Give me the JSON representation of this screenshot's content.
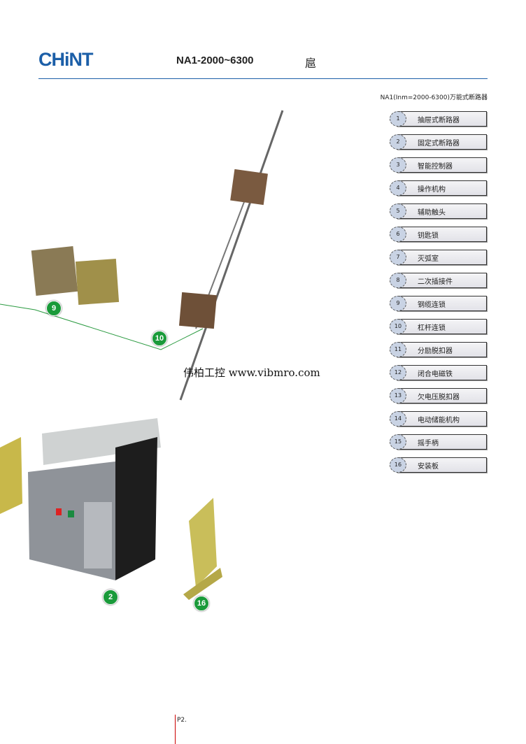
{
  "header": {
    "logo": "CHiNT",
    "title": "NA1-2000~6300",
    "title_suffix": "扈"
  },
  "subtitle": "NA1(Inm=2000-6300)万能式断路器",
  "components": [
    {
      "n": "1",
      "label": "抽屉式断路器"
    },
    {
      "n": "2",
      "label": "固定式断路器"
    },
    {
      "n": "3",
      "label": "智能控制器"
    },
    {
      "n": "4",
      "label": "操作机构"
    },
    {
      "n": "5",
      "label": "辅助触头"
    },
    {
      "n": "6",
      "label": "钥匙锁"
    },
    {
      "n": "7",
      "label": "灭弧室"
    },
    {
      "n": "8",
      "label": "二次插接件"
    },
    {
      "n": "9",
      "label": "钢缆连锁"
    },
    {
      "n": "10",
      "label": "杠杆连锁"
    },
    {
      "n": "11",
      "label": "分励脱扣器"
    },
    {
      "n": "12",
      "label": "闭合电磁铁"
    },
    {
      "n": "13",
      "label": "欠电压脱扣器"
    },
    {
      "n": "14",
      "label": "电动储能机构"
    },
    {
      "n": "15",
      "label": "摇手柄"
    },
    {
      "n": "16",
      "label": "安装板"
    }
  ],
  "callouts": {
    "c9": "9",
    "c10": "10",
    "c2": "2",
    "c16": "16"
  },
  "watermark": "伟柏工控 www.vibmro.com",
  "footer": {
    "page": "P2."
  }
}
